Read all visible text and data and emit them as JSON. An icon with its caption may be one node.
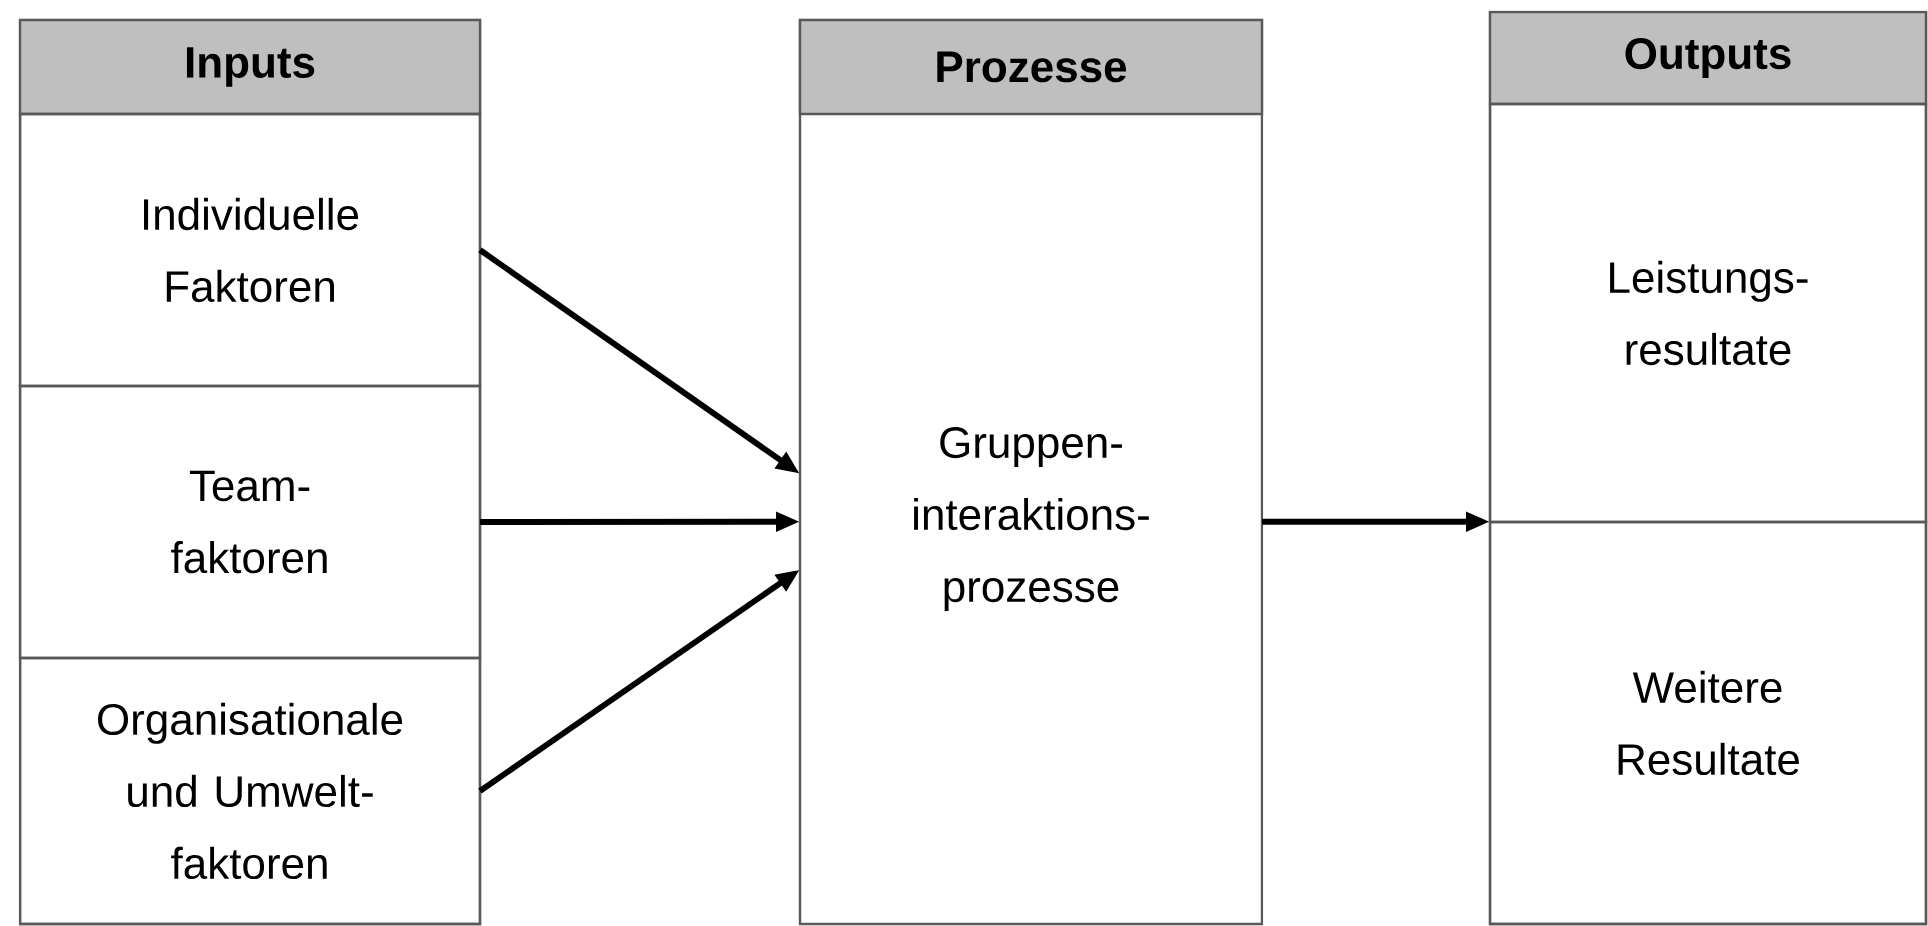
{
  "diagram": {
    "nodes": [
      {
        "text": [
          "Inputs"
        ]
      },
      {
        "text": [
          "Individuelle Faktoren"
        ],
        "in": 0
      },
      {
        "text": [
          "Team- faktoren"
        ],
        "in": 0
      },
      {
        "text": [
          "Organisationale und Umwelt- faktoren"
        ],
        "in": 0
      },
      {
        "text": [
          "Prozesse",
          "Gruppen- interaktions- prozesse"
        ]
      },
      {
        "text": [
          "Outputs"
        ]
      },
      {
        "text": [
          "Leistungs- resultate"
        ],
        "in": 5
      },
      {
        "text": [
          "Weitere Resultate"
        ],
        "in": 5
      }
    ],
    "edges": [
      {
        "from": 1,
        "to": 4,
        "arrow": "to"
      },
      {
        "from": 2,
        "to": 4,
        "arrow": "to"
      },
      {
        "from": 3,
        "to": 4,
        "arrow": "to"
      },
      {
        "from": 4,
        "to": 5,
        "arrow": "to"
      }
    ]
  }
}
